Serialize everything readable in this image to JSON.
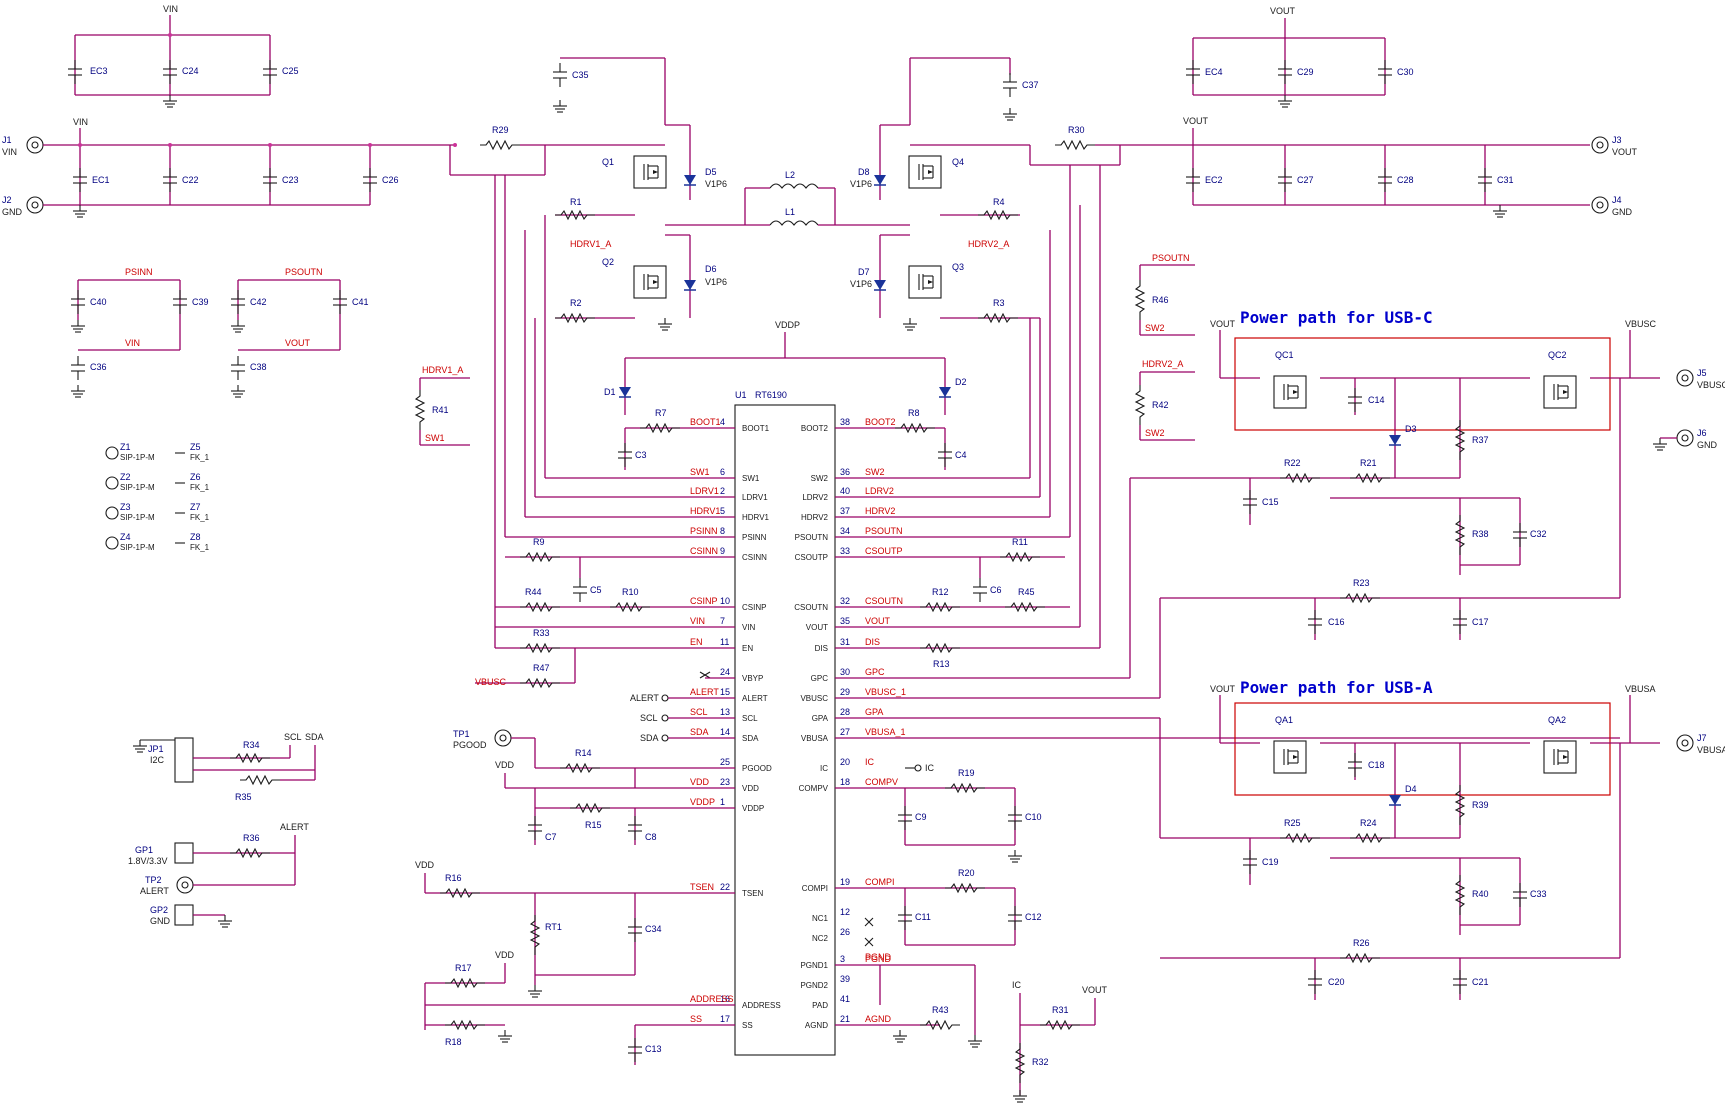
{
  "titles": {
    "usbc": "Power path for USB-C",
    "usba": "Power path for USB-A"
  },
  "ic": {
    "ref": "U1",
    "part": "RT6190",
    "left_pins": [
      {
        "num": "4",
        "name": "BOOT1",
        "net": "BOOT1"
      },
      {
        "num": "6",
        "name": "SW1",
        "net": "SW1"
      },
      {
        "num": "2",
        "name": "LDRV1",
        "net": "LDRV1"
      },
      {
        "num": "5",
        "name": "HDRV1",
        "net": "HDRV1"
      },
      {
        "num": "8",
        "name": "PSINN",
        "net": "PSINN"
      },
      {
        "num": "9",
        "name": "CSINN",
        "net": "CSINN"
      },
      {
        "num": "10",
        "name": "CSINP",
        "net": "CSINP"
      },
      {
        "num": "7",
        "name": "VIN",
        "net": "VIN"
      },
      {
        "num": "11",
        "name": "EN",
        "net": "EN"
      },
      {
        "num": "24",
        "name": "VBYP",
        "net": ""
      },
      {
        "num": "15",
        "name": "ALERT",
        "net": "ALERT"
      },
      {
        "num": "13",
        "name": "SCL",
        "net": "SCL"
      },
      {
        "num": "14",
        "name": "SDA",
        "net": "SDA"
      },
      {
        "num": "25",
        "name": "PGOOD",
        "net": ""
      },
      {
        "num": "23",
        "name": "VDD",
        "net": "VDD"
      },
      {
        "num": "1",
        "name": "VDDP",
        "net": "VDDP"
      },
      {
        "num": "22",
        "name": "TSEN",
        "net": "TSEN"
      },
      {
        "num": "16",
        "name": "ADDRESS",
        "net": "ADDRESS"
      },
      {
        "num": "17",
        "name": "SS",
        "net": "SS"
      }
    ],
    "right_pins": [
      {
        "num": "38",
        "name": "BOOT2",
        "net": "BOOT2"
      },
      {
        "num": "36",
        "name": "SW2",
        "net": "SW2"
      },
      {
        "num": "40",
        "name": "LDRV2",
        "net": "LDRV2"
      },
      {
        "num": "37",
        "name": "HDRV2",
        "net": "HDRV2"
      },
      {
        "num": "34",
        "name": "PSOUTN",
        "net": "PSOUTN"
      },
      {
        "num": "33",
        "name": "CSOUTP",
        "net": "CSOUTP"
      },
      {
        "num": "32",
        "name": "CSOUTN",
        "net": "CSOUTN"
      },
      {
        "num": "35",
        "name": "VOUT",
        "net": "VOUT"
      },
      {
        "num": "31",
        "name": "DIS",
        "net": "DIS"
      },
      {
        "num": "30",
        "name": "GPC",
        "net": "GPC"
      },
      {
        "num": "29",
        "name": "VBUSC",
        "net": "VBUSC_1"
      },
      {
        "num": "28",
        "name": "GPA",
        "net": "GPA"
      },
      {
        "num": "27",
        "name": "VBUSA",
        "net": "VBUSA_1"
      },
      {
        "num": "20",
        "name": "IC",
        "net": "IC"
      },
      {
        "num": "18",
        "name": "COMPV",
        "net": "COMPV"
      },
      {
        "num": "19",
        "name": "COMPI",
        "net": "COMPI"
      },
      {
        "num": "12",
        "name": "NC1",
        "net": ""
      },
      {
        "num": "26",
        "name": "NC2",
        "net": ""
      },
      {
        "num": "3",
        "name": "PGND1",
        "net": "PGND"
      },
      {
        "num": "39",
        "name": "PGND2",
        "net": ""
      },
      {
        "num": "41",
        "name": "PAD",
        "net": ""
      },
      {
        "num": "21",
        "name": "AGND",
        "net": "AGND"
      }
    ]
  },
  "power": {
    "vin": "VIN",
    "vout": "VOUT",
    "vddp": "VDDP",
    "vdd": "VDD",
    "vbusc": "VBUSC",
    "vbusa": "VBUSA",
    "scl": "SCL",
    "sda": "SDA",
    "alert": "ALERT",
    "ic": "IC"
  },
  "connectors": {
    "j1": {
      "ref": "J1",
      "name": "VIN"
    },
    "j2": {
      "ref": "J2",
      "name": "GND"
    },
    "j3": {
      "ref": "J3",
      "name": "VOUT"
    },
    "j4": {
      "ref": "J4",
      "name": "GND"
    },
    "j5": {
      "ref": "J5",
      "name": "VBUSC"
    },
    "j6": {
      "ref": "J6",
      "name": "GND"
    },
    "j7": {
      "ref": "J7",
      "name": "VBUSA"
    },
    "tp1": {
      "ref": "TP1",
      "name": "PGOOD"
    },
    "tp2": {
      "ref": "TP2",
      "name": "ALERT"
    },
    "gp1": {
      "ref": "GP1",
      "name": "1.8V/3.3V"
    },
    "gp2": {
      "ref": "GP2",
      "name": "GND"
    },
    "jp1": {
      "ref": "JP1",
      "name": "I2C"
    }
  },
  "mounting": [
    {
      "ref": "Z1",
      "name": "SIP-1P-M"
    },
    {
      "ref": "Z2",
      "name": "SIP-1P-M"
    },
    {
      "ref": "Z3",
      "name": "SIP-1P-M"
    },
    {
      "ref": "Z4",
      "name": "SIP-1P-M"
    },
    {
      "ref": "Z5",
      "name": "FK_1"
    },
    {
      "ref": "Z6",
      "name": "FK_1"
    },
    {
      "ref": "Z7",
      "name": "FK_1"
    },
    {
      "ref": "Z8",
      "name": "FK_1"
    }
  ],
  "labels": {
    "hdrv1_a": "HDRV1_A",
    "hdrv2_a": "HDRV2_A",
    "psinn": "PSINN",
    "psoutn": "PSOUTN",
    "sw1": "SW1",
    "sw2": "SW2",
    "vbusc_net": "VBUSC",
    "pgnd": "PGND",
    "diode_part": "V1P6"
  },
  "refs": {
    "caps_top": [
      "EC3",
      "C24",
      "C25",
      "EC1",
      "C22",
      "C23",
      "C26",
      "C35",
      "C37",
      "EC4",
      "C29",
      "C30",
      "EC2",
      "C27",
      "C28",
      "C31"
    ],
    "res_top": [
      "R29",
      "R30",
      "R1",
      "R2",
      "R3",
      "R4",
      "L1",
      "L2"
    ],
    "fets": [
      "Q1",
      "Q2",
      "Q3",
      "Q4",
      "QC1",
      "QC2",
      "QA1",
      "QA2"
    ]
  }
}
